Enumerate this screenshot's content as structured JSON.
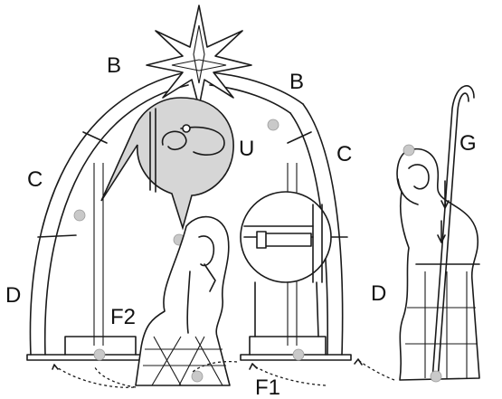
{
  "labels": {
    "b_left": "B",
    "b_right": "B",
    "c_left": "C",
    "c_right": "C",
    "d_left": "D",
    "d_right": "D",
    "u": "U",
    "g": "G",
    "f2": "F2",
    "f1": "F1"
  },
  "colors": {
    "line": "#1a1a1a",
    "marker": "#c9c9c9",
    "bubble": "#d6d6d6"
  }
}
